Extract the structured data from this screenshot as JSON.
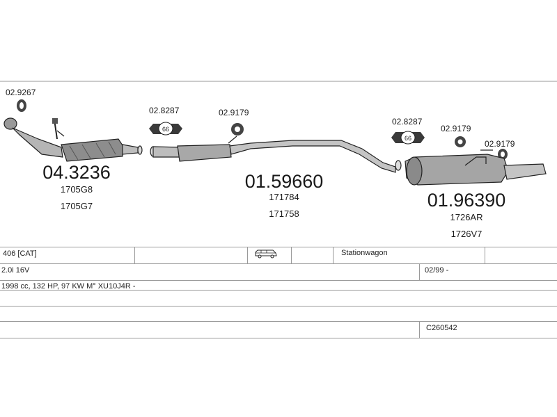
{
  "parts": {
    "clamp_top": "02.9267",
    "gasket_front": "02.8287",
    "hanger_front": "02.9179",
    "catalyst": "04.3236",
    "catalyst_oe1": "1705G8",
    "catalyst_oe2": "1705G7",
    "middle": "01.59660",
    "middle_oe1": "171784",
    "middle_oe2": "171758",
    "gasket_rear": "02.8287",
    "hanger_rear1": "02.9179",
    "hanger_rear2": "02.9179",
    "rear": "01.96390",
    "rear_oe1": "1726AR",
    "rear_oe2": "1726V7",
    "gasket_label": "66"
  },
  "table": {
    "model": "406  [CAT]",
    "body": "Stationwagon",
    "engine": "2.0i 16V",
    "date": "02/99 -",
    "spec": "1998 cc, 132 HP, 97 KW M° XU10J4R -",
    "code": "C260542"
  },
  "icons": {
    "vehicle": "station-wagon-icon"
  },
  "colors": {
    "part_fill": "#bdbdbd",
    "part_dark": "#6e6e6e",
    "line": "#9a9a9a"
  }
}
